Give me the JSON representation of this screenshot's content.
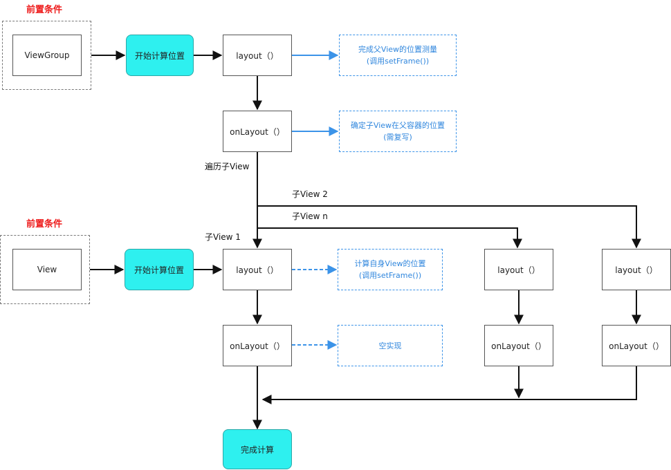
{
  "group1": {
    "condition_label": "前置条件",
    "source": "ViewGroup",
    "start": "开始计算位置",
    "layout": "layout（）",
    "onlayout": "onLayout（）",
    "note_layout": [
      "完成父View的位置测量",
      "(调用setFrame())"
    ],
    "note_onlayout": [
      "确定子View在父容器的位置",
      "(需复写)"
    ]
  },
  "branch_labels": {
    "traverse": "遍历子View",
    "child2": "子View 2",
    "childn": "子View n",
    "child1": "子View 1"
  },
  "group2": {
    "condition_label": "前置条件",
    "source": "View",
    "start": "开始计算位置",
    "layout": "layout（）",
    "onlayout": "onLayout（）",
    "note_layout": [
      "计算自身View的位置",
      "(调用setFrame())"
    ],
    "note_onlayout": [
      "空实现"
    ],
    "layout_b": "layout（）",
    "onlayout_b": "onLayout（）",
    "layout_c": "layout（）",
    "onlayout_c": "onLayout（）",
    "finish": "完成计算"
  },
  "colors": {
    "accent_cyan": "#2ef0ef",
    "note_blue": "#3b93e8",
    "condition_red": "#ee1c1c"
  }
}
